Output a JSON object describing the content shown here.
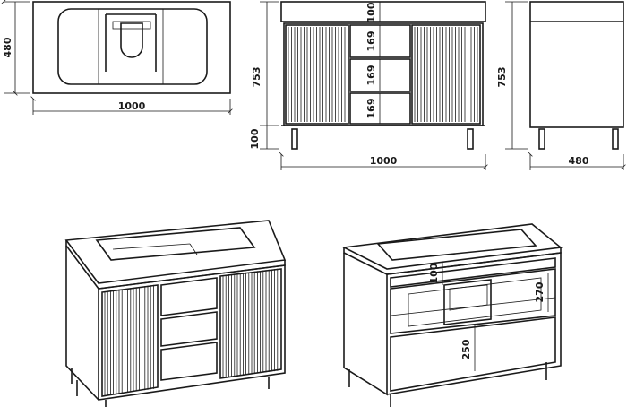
{
  "dimensions": {
    "top_width": "1000",
    "top_depth": "480",
    "front_width": "1000",
    "front_height": "753",
    "front_legs": "100",
    "drawer_1": "100",
    "drawer_2": "169",
    "drawer_3": "169",
    "drawer_4": "169",
    "side_height": "753",
    "side_depth": "480",
    "iso_drawer_top": "100",
    "iso_shelf": "270",
    "iso_drawer_low": "250"
  }
}
